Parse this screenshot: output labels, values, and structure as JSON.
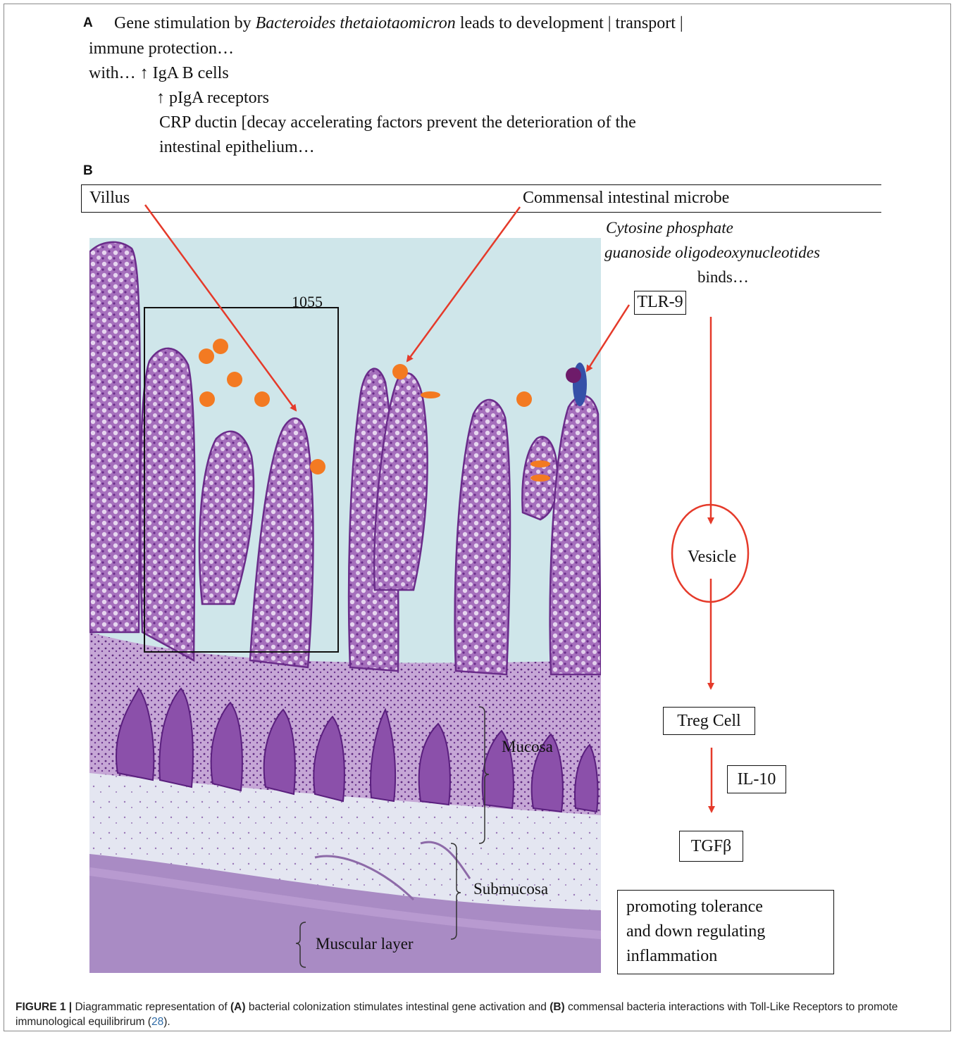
{
  "panel_a": {
    "label": "A",
    "line1_pre": "Gene stimulation by ",
    "line1_species": "Bacteroides thetaiotaomicron",
    "line1_post": " leads to development | transport |",
    "line2": "immune protection…",
    "line3": "with… ↑ IgA B cells",
    "line4": "↑ pIgA receptors",
    "line5": "CRP ductin  [decay accelerating factors prevent the deterioration of the",
    "line6": "intestinal epithelium…"
  },
  "panel_b": {
    "label": "B",
    "villus_label": "Villus",
    "microbe_label": "Commensal intestinal microbe",
    "cpg_line1": "Cytosine phosphate",
    "cpg_line2": "guanoside oligodeoxynucleotides",
    "binds": "binds…",
    "tlr9": "TLR-9",
    "box_label": "1055",
    "vesicle": "Vesicle",
    "treg": "Treg Cell",
    "il10": "IL-10",
    "tgfb": "TGFβ",
    "outcome_line1": "promoting tolerance",
    "outcome_line2": "and down regulating",
    "outcome_line3": "inflammation",
    "mucosa": "Mucosa",
    "submucosa": "Submucosa",
    "muscular": "Muscular layer"
  },
  "colors": {
    "arrow": "#e53a2a",
    "microbe": "#f37a22",
    "tlr9_receptor": "#3550a8",
    "cpg_ligand": "#6e1b6a",
    "tissue": "#a06fb8",
    "lumen": "#cfe6ea"
  },
  "caption": {
    "figure": "FIGURE 1 |",
    "t1": " Diagrammatic representation of ",
    "a": "(A)",
    "t2": " bacterial colonization stimulates intestinal gene activation and ",
    "b": "(B)",
    "t3": " commensal bacteria interactions with Toll-Like Receptors to promote immunological equilibrirum (",
    "ref": "28",
    "t4": ")."
  }
}
